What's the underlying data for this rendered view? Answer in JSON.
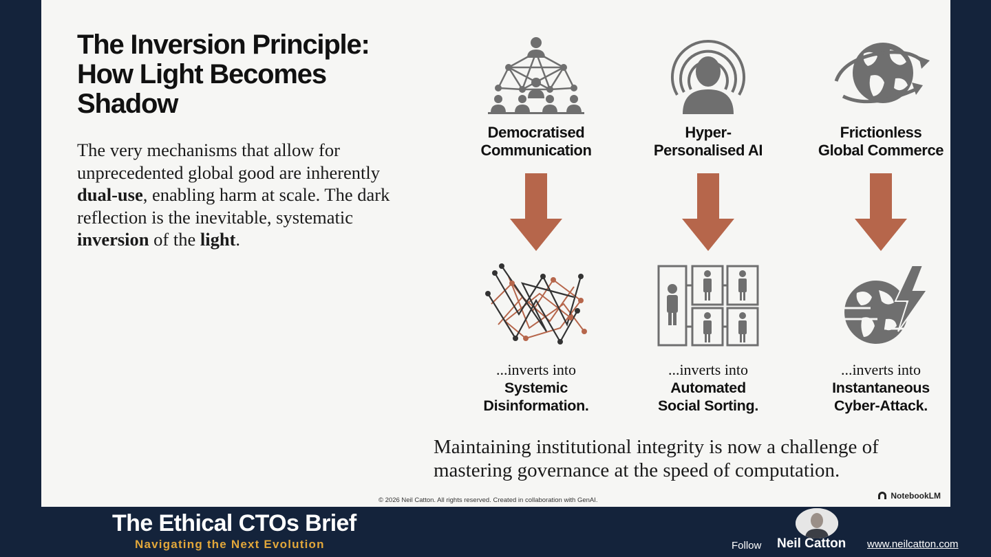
{
  "slide": {
    "title_lines": [
      "The Inversion Principle:",
      "How Light Becomes",
      "Shadow"
    ],
    "intro": {
      "t1": "The very mechanisms that allow for unprecedented global good are inherently ",
      "b1": "dual-use",
      "t2": ", enabling harm at scale. The dark reflection is the inevitable, systematic ",
      "b2": "inversion",
      "t3": " of the ",
      "b3": "light",
      "t4": "."
    },
    "columns": [
      {
        "label_lines": [
          "Democratised",
          "Communication"
        ],
        "top_icon": "network-people-icon",
        "bottom_icon": "tangled-network-icon",
        "inverts_prefix": "...inverts into",
        "outcome_lines": [
          "Systemic",
          "Disinformation."
        ]
      },
      {
        "label_lines": [
          "Hyper-",
          "Personalised AI"
        ],
        "top_icon": "person-signal-icon",
        "bottom_icon": "sorted-people-grid-icon",
        "inverts_prefix": "...inverts into",
        "outcome_lines": [
          "Automated",
          "Social Sorting."
        ]
      },
      {
        "label_lines": [
          "Frictionless",
          "Global Commerce"
        ],
        "top_icon": "globe-orbit-icon",
        "bottom_icon": "globe-lightning-icon",
        "inverts_prefix": "...inverts into",
        "outcome_lines": [
          "Instantaneous",
          "Cyber-Attack."
        ]
      }
    ],
    "conclusion_lines": [
      "Maintaining institutional integrity is now a challenge of",
      "mastering governance at the speed of computation."
    ],
    "copyright": "© 2026 Neil Catton. All rights reserved. Created in collaboration with GenAI.",
    "watermark": "NotebookLM"
  },
  "footer": {
    "title": "The Ethical CTOs Brief",
    "subtitle": "Navigating the Next Evolution",
    "follow": "Follow",
    "author": "Neil Catton",
    "website": "www.neilcatton.com"
  },
  "colors": {
    "background": "#14233b",
    "slide": "#f6f6f4",
    "arrow": "#b6664b",
    "icon_gray": "#6f6f6f",
    "accent_gold": "#e2a73a"
  }
}
